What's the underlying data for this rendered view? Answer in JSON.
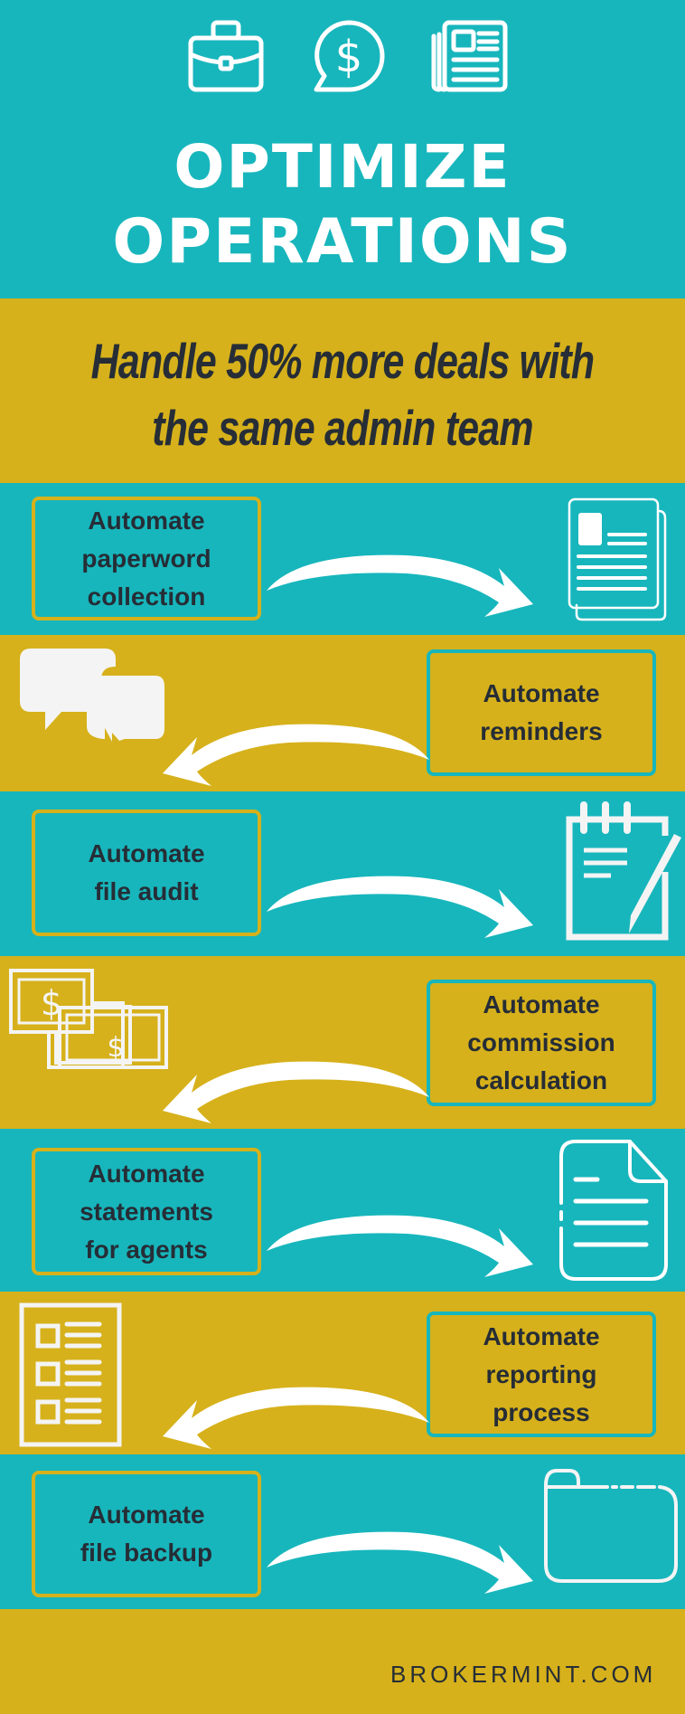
{
  "header": {
    "icons": [
      "briefcase-icon",
      "dollar-chat-icon",
      "newspaper-icon"
    ],
    "title_line1": "OPTIMIZE",
    "title_line2": "OPERATIONS"
  },
  "tagline": {
    "line1": "Handle 50% more deals with",
    "line2": "the same admin team"
  },
  "steps": [
    {
      "label": "Automate\npaperword\ncollection",
      "icon": "document-stack-icon",
      "side": "left"
    },
    {
      "label": "Automate\nreminders",
      "icon": "chat-bubbles-icon",
      "side": "right"
    },
    {
      "label": "Automate\nfile audit",
      "icon": "notepad-pencil-icon",
      "side": "left"
    },
    {
      "label": "Automate\ncommission\ncalculation",
      "icon": "money-bills-icon",
      "side": "right"
    },
    {
      "label": "Automate\nstatements\nfor agents",
      "icon": "document-icon",
      "side": "left"
    },
    {
      "label": "Automate\nreporting\nprocess",
      "icon": "checklist-icon",
      "side": "right"
    },
    {
      "label": "Automate\nfile backup",
      "icon": "folder-icon",
      "side": "left"
    }
  ],
  "footer": {
    "website": "BROKERMINT.COM"
  },
  "colors": {
    "teal": "#17b6bc",
    "gold": "#d6b11b",
    "dark_text": "#262d36",
    "white": "#ffffff"
  }
}
